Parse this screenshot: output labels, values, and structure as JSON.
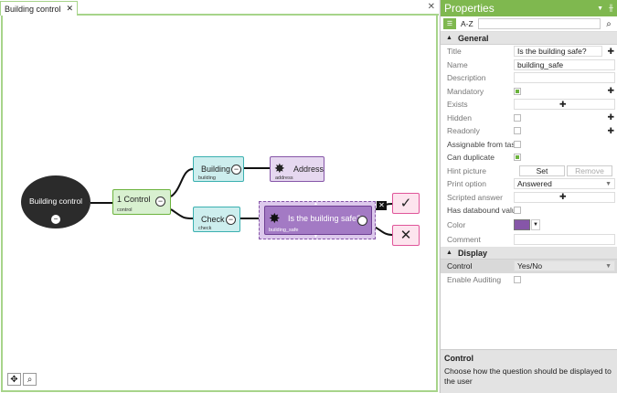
{
  "tab": {
    "title": "Building control",
    "close": "✕"
  },
  "panel_close": "✕",
  "nodes": {
    "root": {
      "label": "Building control"
    },
    "control": {
      "label": "1  Control",
      "sub": "control"
    },
    "building": {
      "label": "Building",
      "sub": "building"
    },
    "address": {
      "label": "Address",
      "sub": "address"
    },
    "check": {
      "label": "Check",
      "sub": "check"
    },
    "question": {
      "label": "Is the building safe?",
      "sub": "building_safe"
    },
    "yes_symbol": "✓",
    "no_symbol": "✕"
  },
  "colors": {
    "accent": "#7fb84f",
    "purple": "#8656a8",
    "cyan_fill": "#cdeeee",
    "green_fill": "#d8f0d0",
    "pink_fill": "#fde4ee"
  },
  "properties": {
    "header": "Properties",
    "sort_az": "A-Z",
    "general": "General",
    "rows": [
      {
        "label": "Title",
        "value": "Is the building safe?"
      },
      {
        "label": "Name",
        "value": "building_safe"
      },
      {
        "label": "Description",
        "value": ""
      },
      {
        "label": "Mandatory"
      },
      {
        "label": "Exists"
      },
      {
        "label": "Hidden"
      },
      {
        "label": "Readonly"
      },
      {
        "label": "Assignable from task"
      },
      {
        "label": "Can duplicate"
      },
      {
        "label": "Hint picture",
        "set": "Set",
        "remove": "Remove"
      },
      {
        "label": "Print option",
        "value": "Answered"
      },
      {
        "label": "Scripted answer"
      },
      {
        "label": "Has databound value"
      },
      {
        "label": "Color"
      },
      {
        "label": "Comment",
        "value": ""
      }
    ],
    "display": "Display",
    "display_rows": [
      {
        "label": "Control",
        "value": "Yes/No"
      },
      {
        "label": "Enable Auditing"
      }
    ],
    "desc_title": "Control",
    "desc_text": "Choose how the question should be displayed to the user"
  }
}
